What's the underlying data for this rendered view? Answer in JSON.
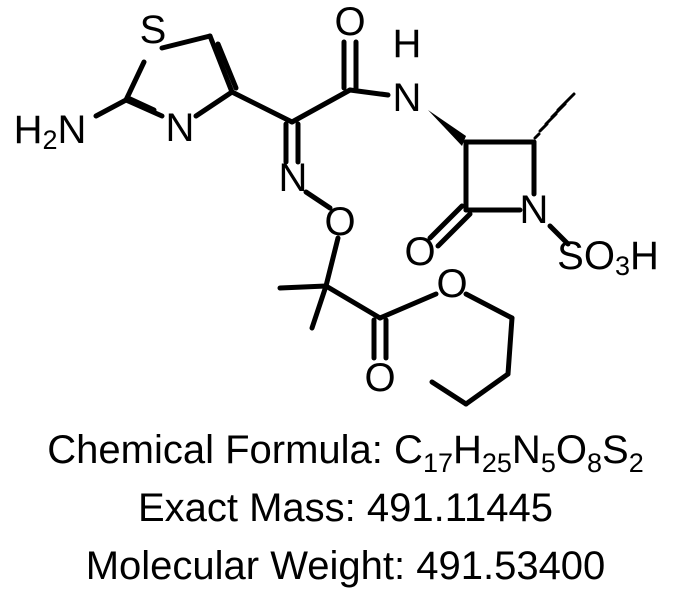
{
  "molecule": {
    "atoms": {
      "S_thiazole": "S",
      "N_thiazole": "N",
      "amine_H": "H",
      "amine_H_count": "2",
      "amine_N": "N",
      "O_carbonyl_amide": "O",
      "NH_N": "N",
      "NH_H": "H",
      "N_oxime": "N",
      "O_oxime": "O",
      "O_lactam": "O",
      "N_lactam": "N",
      "sulfo_S": "S",
      "sulfo_O": "O",
      "sulfo_O_count": "3",
      "sulfo_H": "H",
      "O_ester": "O",
      "O_ester_carbonyl": "O"
    }
  },
  "caption": {
    "formula_label": "Chemical Formula:",
    "formula_parts": [
      {
        "symbol": "C",
        "count": "17"
      },
      {
        "symbol": "H",
        "count": "25"
      },
      {
        "symbol": "N",
        "count": "5"
      },
      {
        "symbol": "O",
        "count": "8"
      },
      {
        "symbol": "S",
        "count": "2"
      }
    ],
    "exact_mass_label": "Exact Mass:",
    "exact_mass_value": "491.11445",
    "molecular_weight_label": "Molecular Weight:",
    "molecular_weight_value": "491.53400"
  }
}
